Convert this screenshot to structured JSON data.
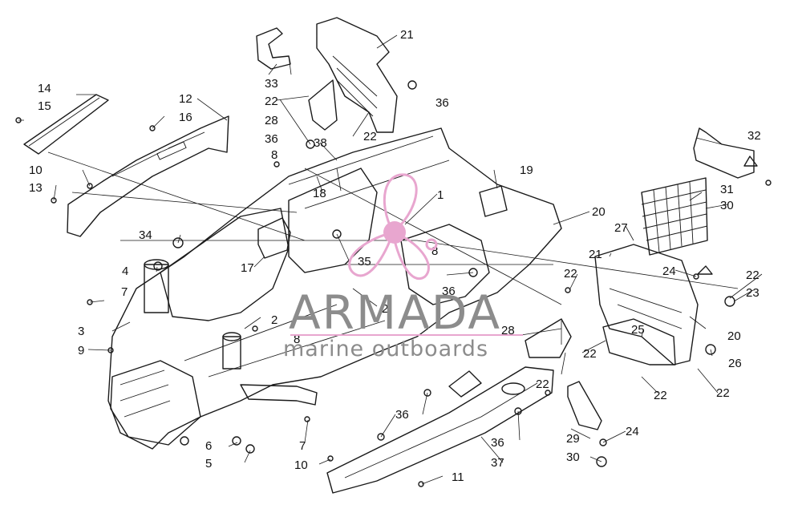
{
  "diagram": {
    "callouts": [
      {
        "label": "1"
      },
      {
        "label": "2"
      },
      {
        "label": "2"
      },
      {
        "label": "3"
      },
      {
        "label": "4"
      },
      {
        "label": "5"
      },
      {
        "label": "6"
      },
      {
        "label": "7"
      },
      {
        "label": "7"
      },
      {
        "label": "8"
      },
      {
        "label": "8"
      },
      {
        "label": "8"
      },
      {
        "label": "9"
      },
      {
        "label": "10"
      },
      {
        "label": "10"
      },
      {
        "label": "11"
      },
      {
        "label": "12"
      },
      {
        "label": "13"
      },
      {
        "label": "14"
      },
      {
        "label": "15"
      },
      {
        "label": "16"
      },
      {
        "label": "17"
      },
      {
        "label": "18"
      },
      {
        "label": "19"
      },
      {
        "label": "20"
      },
      {
        "label": "20"
      },
      {
        "label": "21"
      },
      {
        "label": "21"
      },
      {
        "label": "22"
      },
      {
        "label": "22"
      },
      {
        "label": "22"
      },
      {
        "label": "22"
      },
      {
        "label": "22"
      },
      {
        "label": "22"
      },
      {
        "label": "22"
      },
      {
        "label": "23"
      },
      {
        "label": "24"
      },
      {
        "label": "24"
      },
      {
        "label": "25"
      },
      {
        "label": "26"
      },
      {
        "label": "27"
      },
      {
        "label": "28"
      },
      {
        "label": "28"
      },
      {
        "label": "29"
      },
      {
        "label": "30"
      },
      {
        "label": "30"
      },
      {
        "label": "31"
      },
      {
        "label": "32"
      },
      {
        "label": "33"
      },
      {
        "label": "34"
      },
      {
        "label": "35"
      },
      {
        "label": "36"
      },
      {
        "label": "36"
      },
      {
        "label": "36"
      },
      {
        "label": "36"
      },
      {
        "label": "37"
      },
      {
        "label": "38"
      },
      {
        "label": "22"
      }
    ]
  },
  "watermark": {
    "brand": "ARMADA",
    "tagline": "marine outboards",
    "logo_color": "#e8a6cf",
    "text_color": "#8c8c8c"
  }
}
